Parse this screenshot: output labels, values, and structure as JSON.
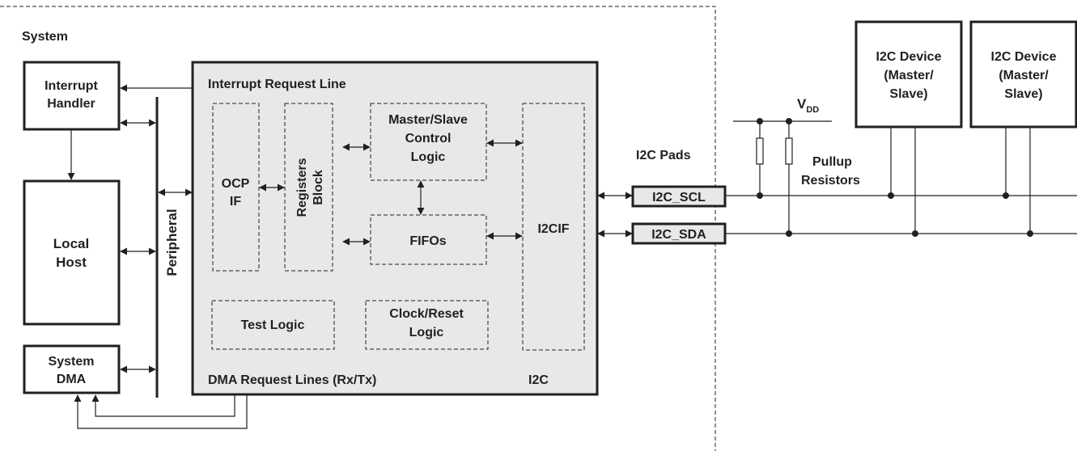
{
  "system": {
    "label": "System"
  },
  "interrupt_handler": {
    "line1": "Interrupt",
    "line2": "Handler"
  },
  "local_host": {
    "line1": "Local",
    "line2": "Host"
  },
  "system_dma": {
    "line1": "System",
    "line2": "DMA"
  },
  "peripheral": {
    "label": "Peripheral"
  },
  "i2c_block": {
    "interrupt_line": "Interrupt Request Line",
    "dma_lines": "DMA Request Lines (Rx/Tx)",
    "name": "I2C",
    "ocp_if": {
      "line1": "OCP",
      "line2": "IF"
    },
    "registers": {
      "line1": "Registers",
      "line2": "Block"
    },
    "control": {
      "line1": "Master/Slave",
      "line2": "Control",
      "line3": "Logic"
    },
    "fifos": "FIFOs",
    "i2cif": "I2CIF",
    "test_logic": "Test Logic",
    "clock_reset": {
      "line1": "Clock/Reset",
      "line2": "Logic"
    }
  },
  "pads": {
    "title": "I2C Pads",
    "scl": "I2C_SCL",
    "sda": "I2C_SDA"
  },
  "vdd": {
    "main": "V",
    "sub": "DD"
  },
  "pullup": {
    "line1": "Pullup",
    "line2": "Resistors"
  },
  "devices": [
    {
      "line1": "I2C Device",
      "line2": "(Master/",
      "line3": "Slave)"
    },
    {
      "line1": "I2C Device",
      "line2": "(Master/",
      "line3": "Slave)"
    }
  ]
}
